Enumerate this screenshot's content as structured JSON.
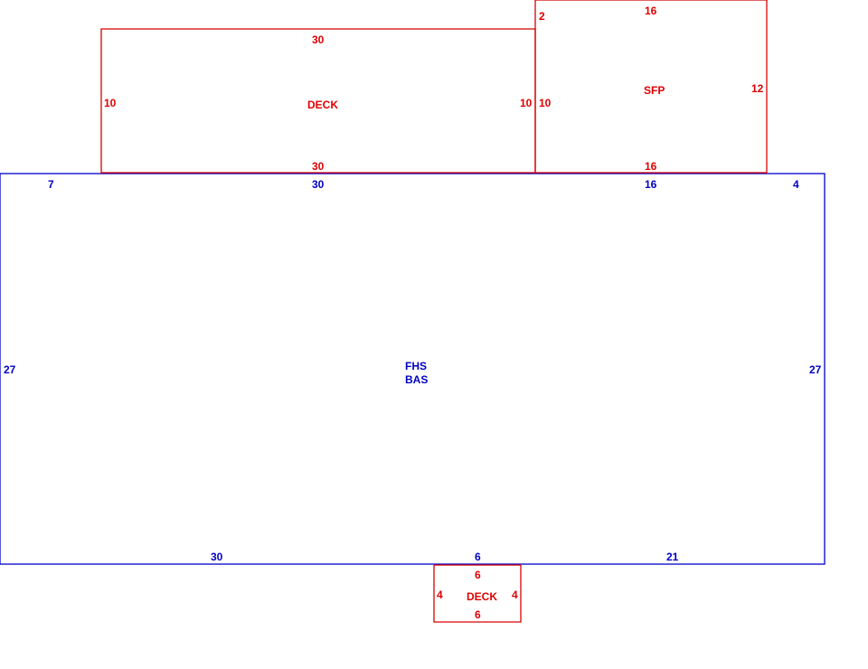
{
  "colors": {
    "main": "#0000c8",
    "addition": "#d80000"
  },
  "main_area": {
    "labels": [
      "FHS",
      "BAS"
    ],
    "dims": {
      "top_left": "7",
      "top_mid": "30",
      "top_right_mid": "16",
      "top_right": "4",
      "left": "27",
      "right": "27",
      "bottom_left": "30",
      "bottom_mid": "6",
      "bottom_right": "21"
    }
  },
  "deck_top": {
    "label": "DECK",
    "dims": {
      "top": "30",
      "bottom": "30",
      "left": "10",
      "right": "10"
    }
  },
  "sfp": {
    "label": "SFP",
    "dims": {
      "top": "16",
      "bottom": "16",
      "left": "10",
      "left_jog": "2",
      "right": "12"
    }
  },
  "deck_bottom": {
    "label": "DECK",
    "dims": {
      "top": "6",
      "bottom": "6",
      "left": "4",
      "right": "4"
    }
  }
}
